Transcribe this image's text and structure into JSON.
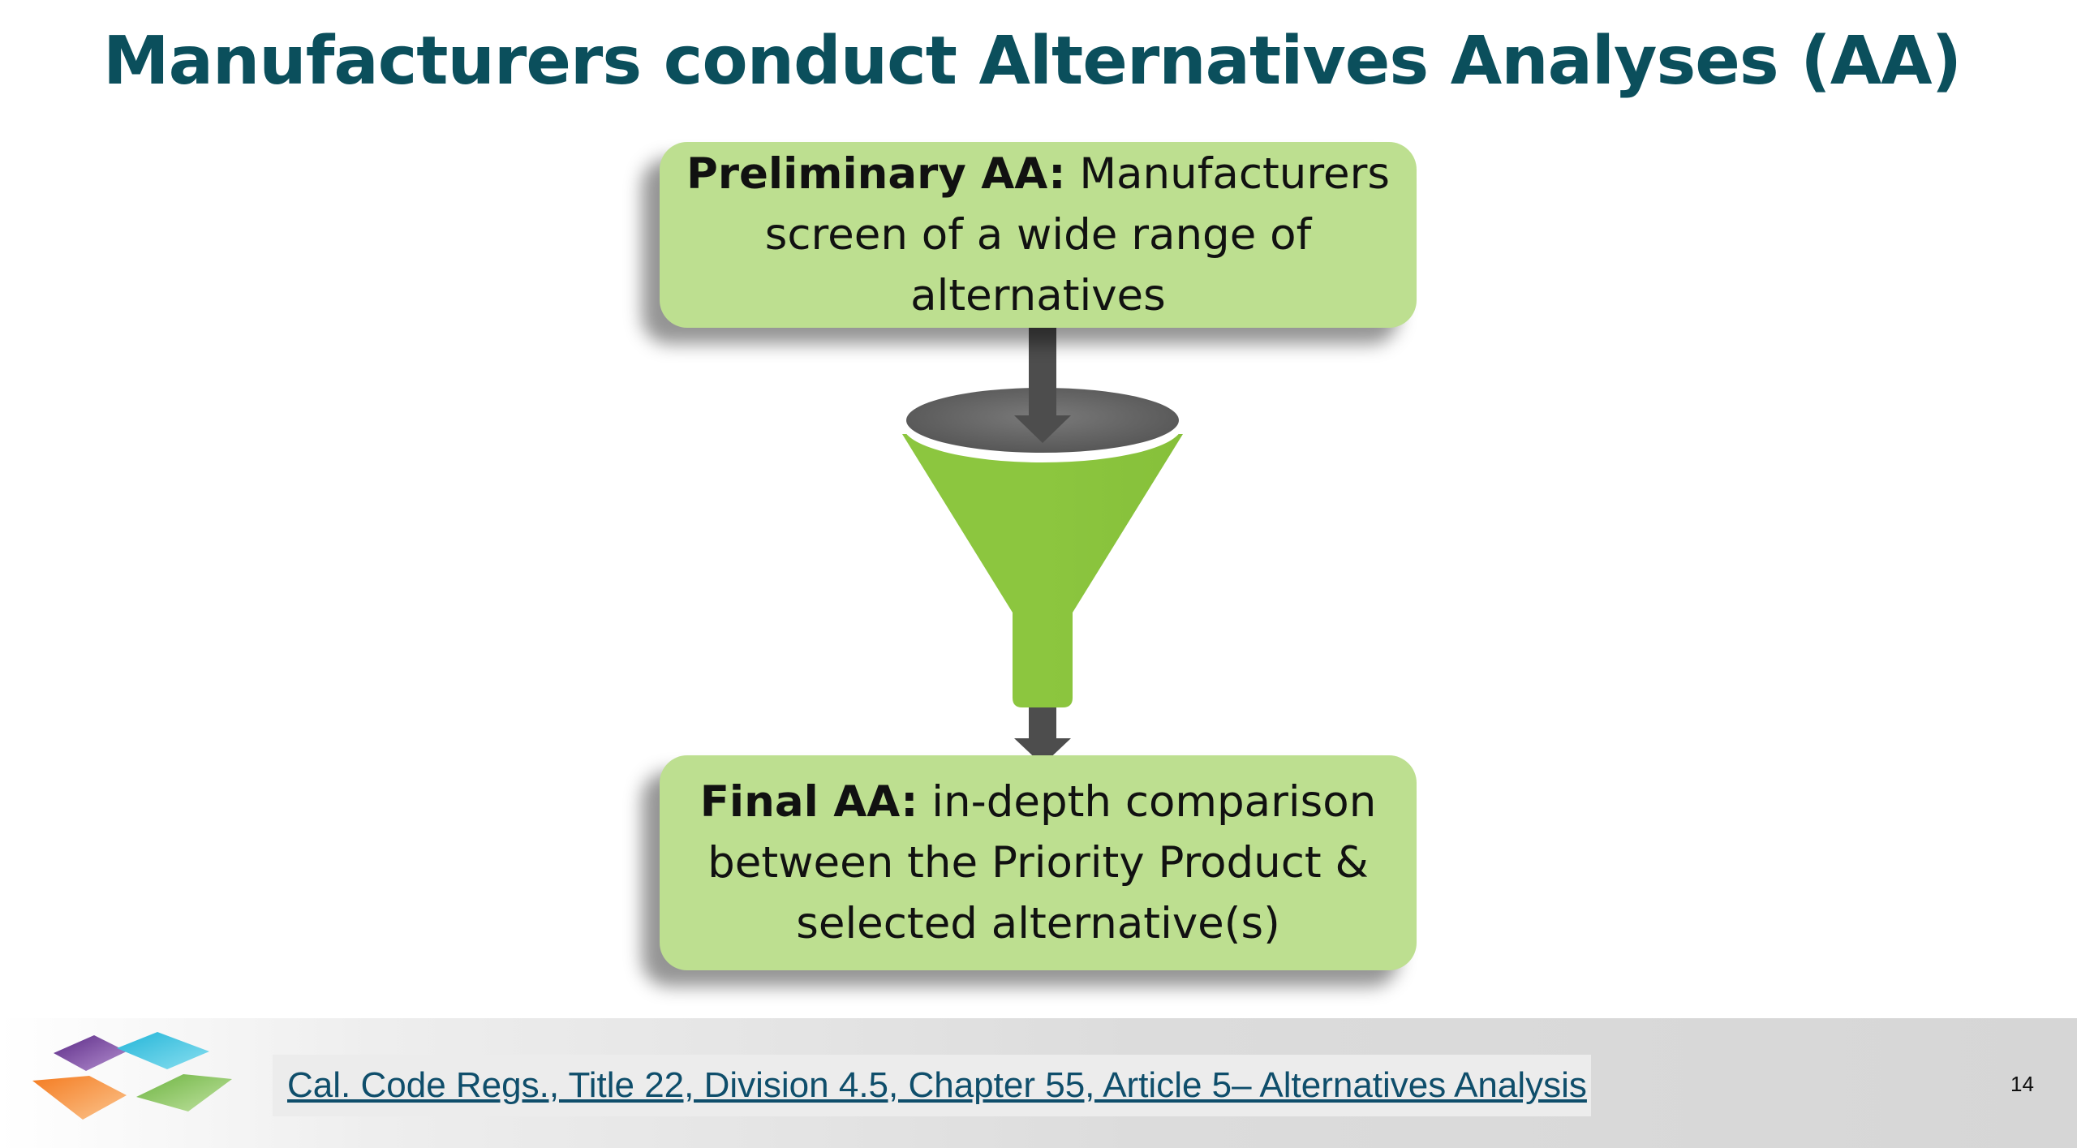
{
  "slide": {
    "title": "Manufacturers conduct Alternatives Analyses (AA)",
    "page_number": "14"
  },
  "diagram": {
    "preliminary": {
      "label": "Preliminary AA:",
      "line1_rest": " Manufacturers",
      "line2": "screen of a wide range of",
      "line3": "alternatives"
    },
    "final": {
      "label": "Final AA:",
      "line1_rest": " in-depth comparison",
      "line2": "between the Priority Product &",
      "line3": "selected alternative(s)"
    },
    "colors": {
      "box_fill": "#bddf90",
      "funnel_green": "#8cc63f",
      "arrow_gray": "#4d4d4d",
      "title_color": "#0b4f5c"
    }
  },
  "footer": {
    "citation": "Cal. Code Regs., Title 22, Division 4.5, Chapter 55, Article 5– Alternatives Analysis",
    "logo_icon": "four-color-squares-logo"
  }
}
